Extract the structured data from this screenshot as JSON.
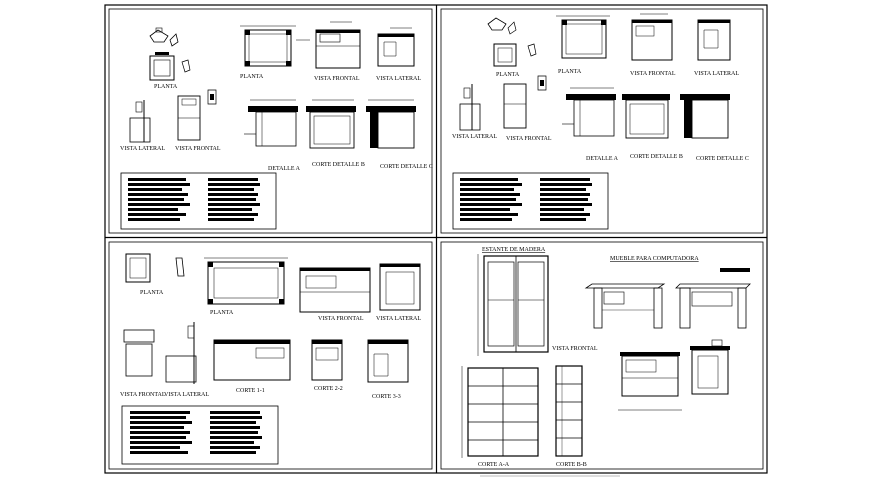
{
  "panels": [
    {
      "labels": {
        "planta": "PLANTA",
        "planta_small": "PLANTA",
        "vista_frontal_top": "VISTA FRONTAL",
        "vista_lateral_top": "VISTA LATERAL",
        "vista_lateral_left": "VISTA LATERAL",
        "vista_frontal_left": "VISTA FRONTAL",
        "detalle_a": "DETALLE A",
        "corte_b": "CORTE DETALLE B",
        "corte_c": "CORTE DETALLE C"
      }
    },
    {
      "labels": {
        "planta": "PLANTA",
        "planta_small": "PLANTA",
        "vista_frontal_top": "VISTA FRONTAL",
        "vista_lateral_top": "VISTA LATERAL",
        "vista_lateral_left": "VISTA LATERAL",
        "vista_frontal_left": "VISTA FRONTAL",
        "detalle_a": "DETALLE A",
        "corte_b": "CORTE DETALLE B",
        "corte_c": "CORTE DETALLE C"
      }
    },
    {
      "labels": {
        "planta_small": "PLANTA",
        "planta": "PLANTA",
        "vista_frontal_top": "VISTA FRONTAL",
        "vista_lateral_top": "VISTA LATERAL",
        "vista_frontal_left": "VISTA FRONTAL",
        "vista_lateral_left": "VISTA LATERAL",
        "corte_1": "CORTE 1-1",
        "corte_2": "CORTE 2-2",
        "corte_3": "CORTE 3-3"
      }
    },
    {
      "labels": {
        "estante": "ESTANTE DE MADERA",
        "mueble": "MUEBLE PARA COMPUTADORA",
        "vista_frontal": "VISTA FRONTAL",
        "corte_aa": "CORTE A-A",
        "corte_bb": "CORTE B-B"
      }
    }
  ]
}
